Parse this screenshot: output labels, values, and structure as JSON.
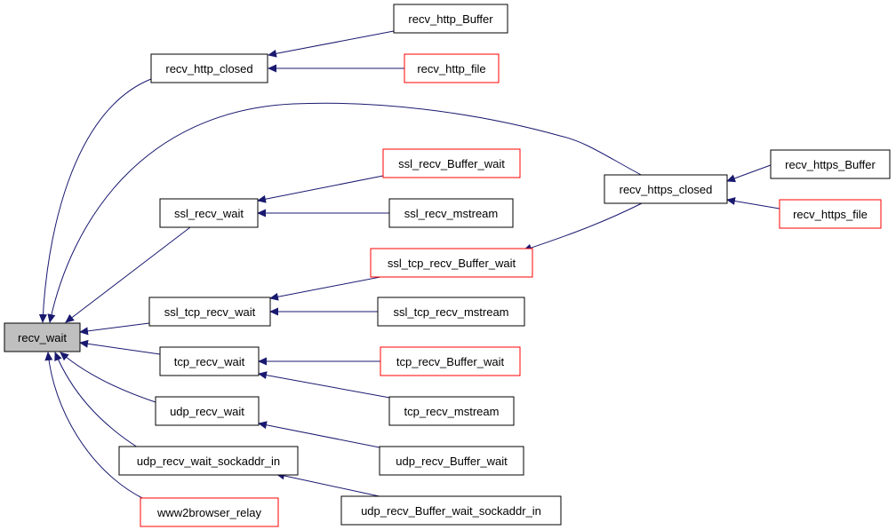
{
  "colors": {
    "edge": "#191970",
    "normal_border": "#000000",
    "missing_border": "#ff0000",
    "root_fill": "#bfbfbf",
    "node_fill": "#ffffff"
  },
  "nodes": {
    "recv_wait": {
      "label": "recv_wait",
      "style": "root"
    },
    "recv_http_closed": {
      "label": "recv_http_closed",
      "style": "normal"
    },
    "recv_http_Buffer": {
      "label": "recv_http_Buffer",
      "style": "normal"
    },
    "recv_http_file": {
      "label": "recv_http_file",
      "style": "missing"
    },
    "recv_https_closed": {
      "label": "recv_https_closed",
      "style": "normal"
    },
    "recv_https_Buffer": {
      "label": "recv_https_Buffer",
      "style": "normal"
    },
    "recv_https_file": {
      "label": "recv_https_file",
      "style": "missing"
    },
    "ssl_recv_wait": {
      "label": "ssl_recv_wait",
      "style": "normal"
    },
    "ssl_recv_Buffer_wait": {
      "label": "ssl_recv_Buffer_wait",
      "style": "missing"
    },
    "ssl_recv_mstream": {
      "label": "ssl_recv_mstream",
      "style": "normal"
    },
    "ssl_tcp_recv_Buffer_wait": {
      "label": "ssl_tcp_recv_Buffer_wait",
      "style": "missing"
    },
    "ssl_tcp_recv_wait": {
      "label": "ssl_tcp_recv_wait",
      "style": "normal"
    },
    "ssl_tcp_recv_mstream": {
      "label": "ssl_tcp_recv_mstream",
      "style": "normal"
    },
    "tcp_recv_wait": {
      "label": "tcp_recv_wait",
      "style": "normal"
    },
    "tcp_recv_Buffer_wait": {
      "label": "tcp_recv_Buffer_wait",
      "style": "missing"
    },
    "tcp_recv_mstream": {
      "label": "tcp_recv_mstream",
      "style": "normal"
    },
    "udp_recv_wait": {
      "label": "udp_recv_wait",
      "style": "normal"
    },
    "udp_recv_Buffer_wait": {
      "label": "udp_recv_Buffer_wait",
      "style": "normal"
    },
    "udp_recv_wait_sockaddr_in": {
      "label": "udp_recv_wait_sockaddr_in",
      "style": "normal"
    },
    "udp_recv_Buffer_wait_sockaddr_in": {
      "label": "udp_recv_Buffer_wait_sockaddr_in",
      "style": "normal"
    },
    "www2browser_relay": {
      "label": "www2browser_relay",
      "style": "missing"
    }
  },
  "edges": [
    {
      "from": "recv_http_closed",
      "to": "recv_wait"
    },
    {
      "from": "recv_https_closed",
      "to": "recv_wait"
    },
    {
      "from": "ssl_recv_wait",
      "to": "recv_wait"
    },
    {
      "from": "ssl_tcp_recv_wait",
      "to": "recv_wait"
    },
    {
      "from": "tcp_recv_wait",
      "to": "recv_wait"
    },
    {
      "from": "udp_recv_wait",
      "to": "recv_wait"
    },
    {
      "from": "udp_recv_wait_sockaddr_in",
      "to": "recv_wait"
    },
    {
      "from": "www2browser_relay",
      "to": "recv_wait"
    },
    {
      "from": "recv_http_Buffer",
      "to": "recv_http_closed"
    },
    {
      "from": "recv_http_file",
      "to": "recv_http_closed"
    },
    {
      "from": "ssl_recv_Buffer_wait",
      "to": "ssl_recv_wait"
    },
    {
      "from": "ssl_recv_mstream",
      "to": "ssl_recv_wait"
    },
    {
      "from": "recv_https_closed",
      "to": "ssl_tcp_recv_Buffer_wait"
    },
    {
      "from": "recv_https_Buffer",
      "to": "recv_https_closed"
    },
    {
      "from": "recv_https_file",
      "to": "recv_https_closed"
    },
    {
      "from": "ssl_tcp_recv_Buffer_wait",
      "to": "ssl_tcp_recv_wait"
    },
    {
      "from": "ssl_tcp_recv_mstream",
      "to": "ssl_tcp_recv_wait"
    },
    {
      "from": "tcp_recv_Buffer_wait",
      "to": "tcp_recv_wait"
    },
    {
      "from": "tcp_recv_mstream",
      "to": "tcp_recv_wait"
    },
    {
      "from": "udp_recv_Buffer_wait",
      "to": "udp_recv_wait"
    },
    {
      "from": "udp_recv_Buffer_wait_sockaddr_in",
      "to": "udp_recv_wait_sockaddr_in"
    }
  ]
}
